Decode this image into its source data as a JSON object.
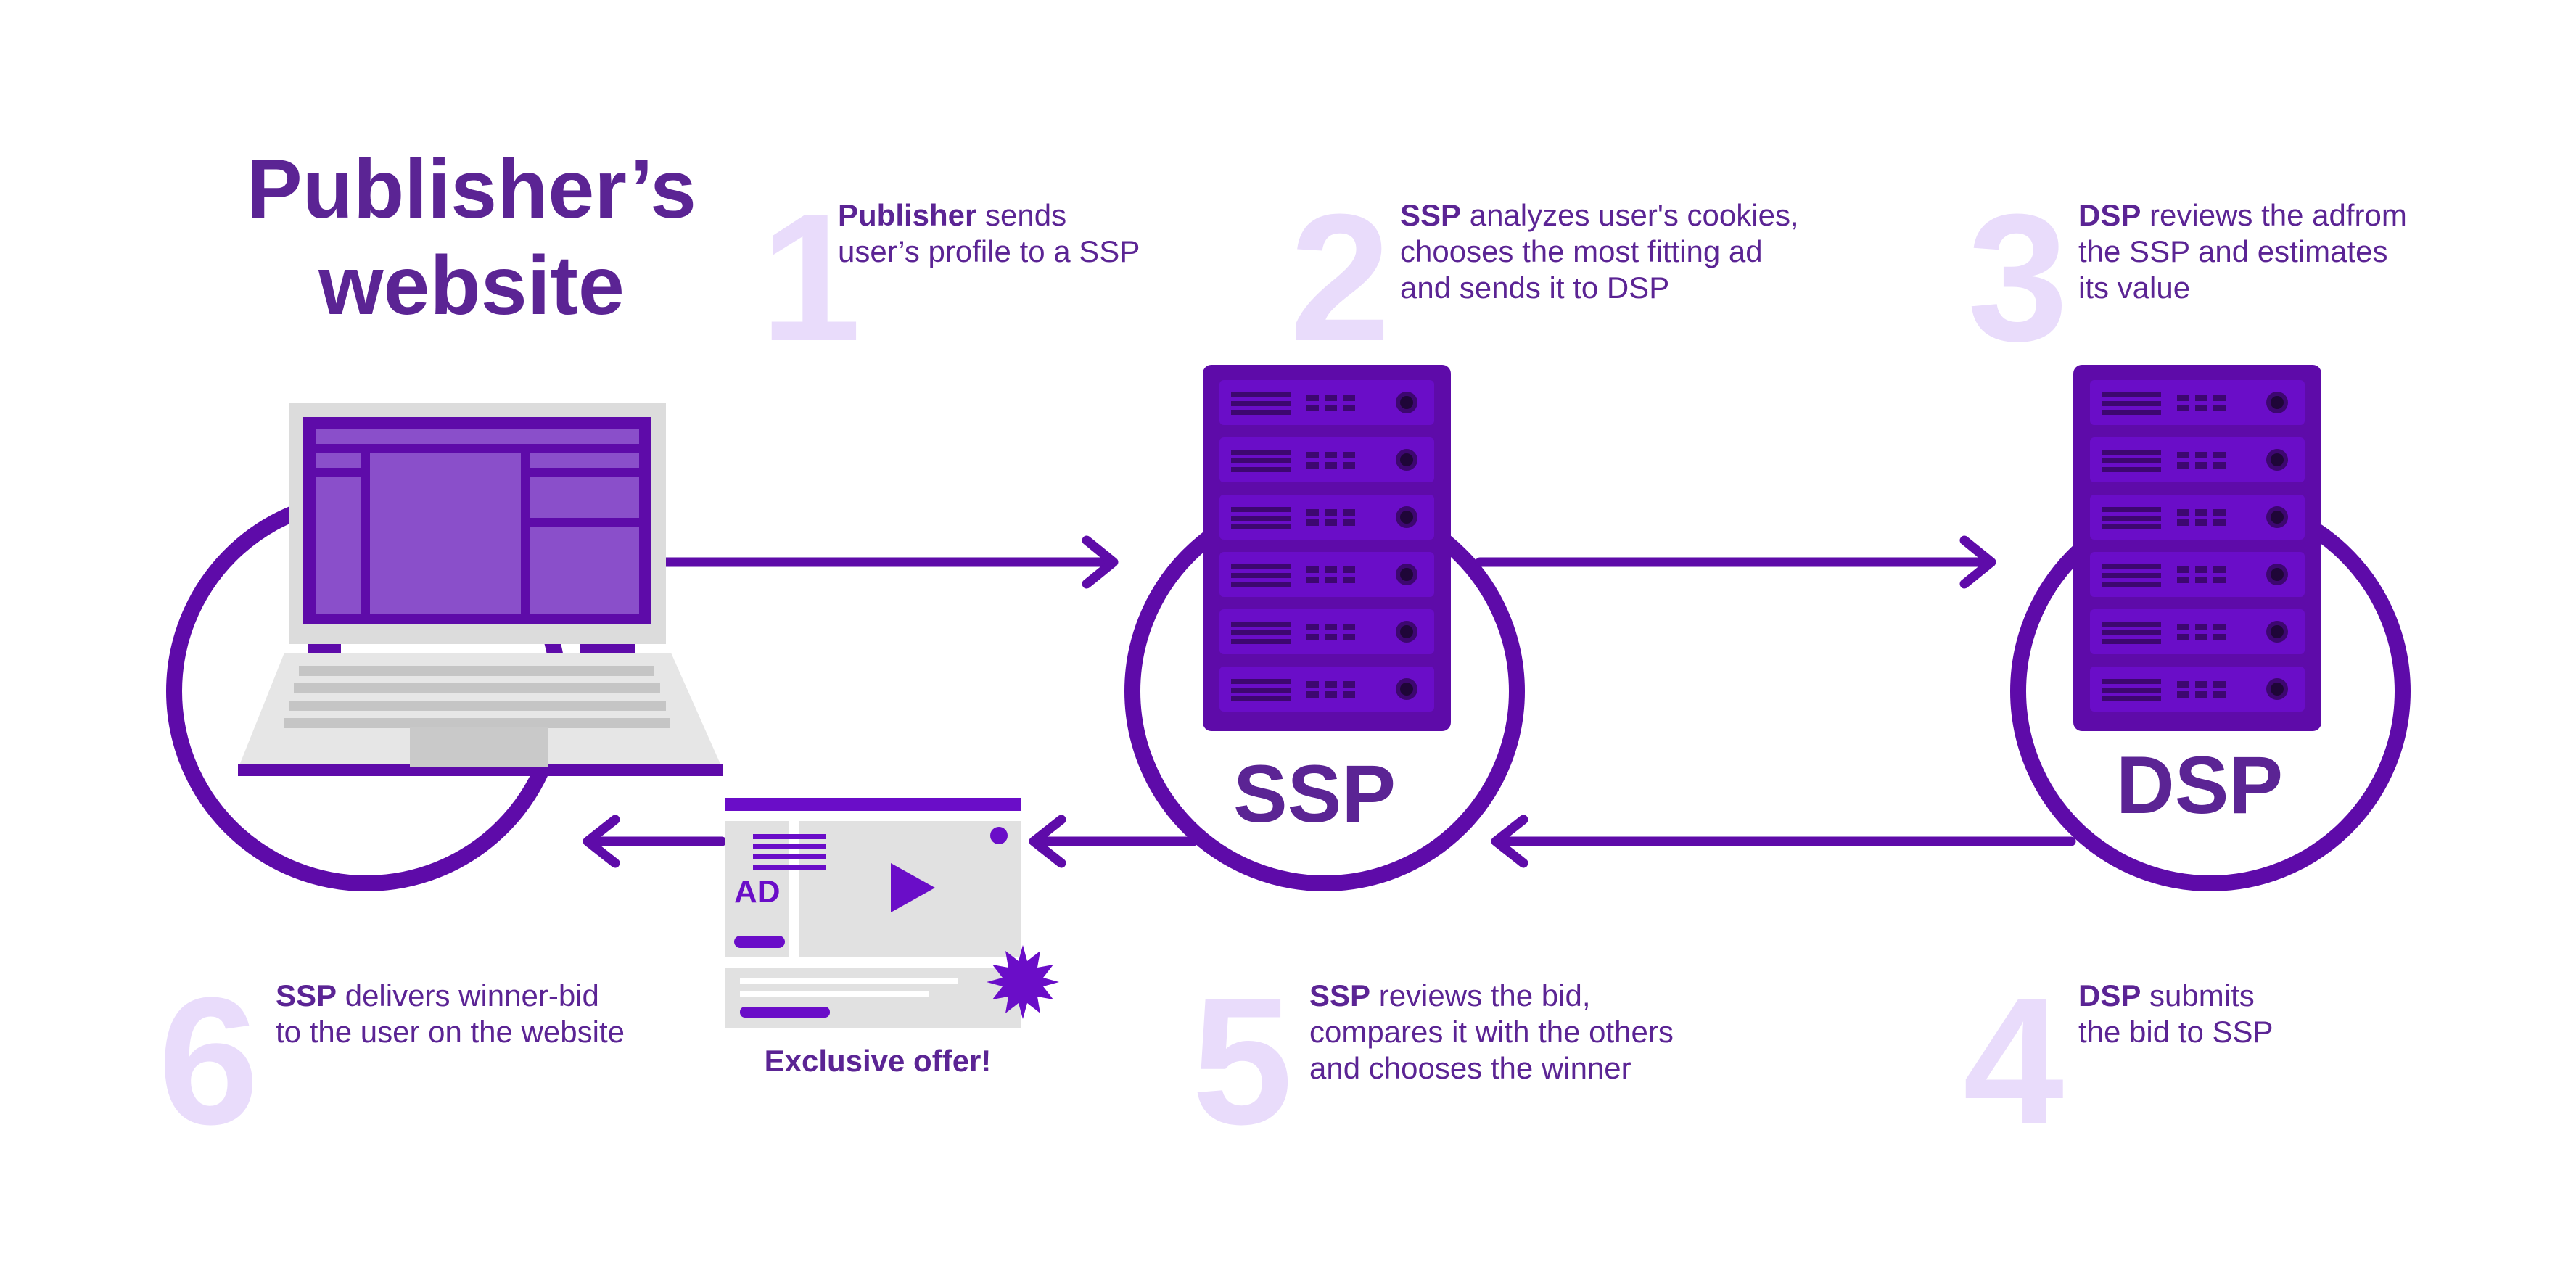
{
  "title_lines": [
    "Publisher’s",
    "website"
  ],
  "steps": [
    {
      "number": "1",
      "bold": "Publisher",
      "line1_rest": " sends",
      "line2": "user’s profile to a SSP",
      "line3": ""
    },
    {
      "number": "2",
      "bold": "SSP",
      "line1_rest": " analyzes user's cookies,",
      "line2": "chooses the most fitting ad",
      "line3": "and sends it to DSP"
    },
    {
      "number": "3",
      "bold": "DSP",
      "line1_rest": " reviews the adfrom",
      "line2": "the SSP and estimates",
      "line3": "its value"
    },
    {
      "number": "4",
      "bold": "DSP",
      "line1_rest": " submits",
      "line2": "the bid to SSP",
      "line3": ""
    },
    {
      "number": "5",
      "bold": "SSP",
      "line1_rest": " reviews the bid,",
      "line2": "compares it with the others",
      "line3": "and chooses the winner"
    },
    {
      "number": "6",
      "bold": "SSP",
      "line1_rest": " delivers winner-bid",
      "line2": "to the user on the website",
      "line3": ""
    }
  ],
  "nodes": {
    "ssp_label": "SSP",
    "dsp_label": "DSP"
  },
  "ad": {
    "badge": "AD",
    "caption": "Exclusive offer!"
  },
  "colors": {
    "primary_purple": "#5b2494",
    "dark_purple": "#5e0ba9",
    "bright_purple": "#6a0dc8",
    "light_purple_numbers": "#e9dcfb",
    "laptop_gray": "#e6e6e6",
    "screen_purple": "#8a4fca"
  },
  "icons": [
    "laptop-icon",
    "ssp-server-icon",
    "dsp-server-icon",
    "ad-banner-icon",
    "play-icon",
    "starburst-icon"
  ]
}
